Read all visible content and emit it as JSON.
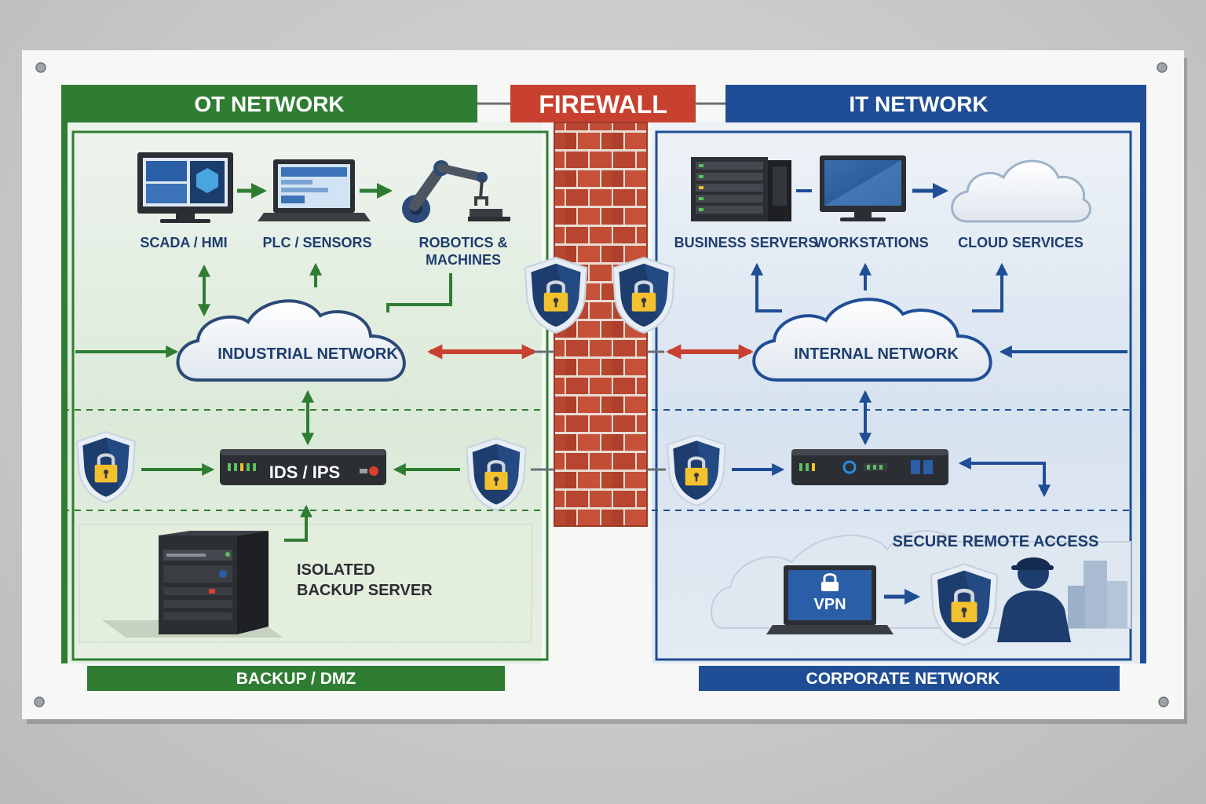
{
  "headers": {
    "ot_network": "OT NETWORK",
    "firewall": "FIREWALL",
    "it_network": "IT NETWORK"
  },
  "ot": {
    "scada": "SCADA / HMI",
    "plc": "PLC / SENSORS",
    "robotics_line1": "ROBOTICS &",
    "robotics_line2": "MACHINES",
    "industrial_network": "INDUSTRIAL NETWORK",
    "ids_ips": "IDS / IPS",
    "backup_line1": "ISOLATED",
    "backup_line2": "BACKUP SERVER",
    "backup_dmz": "BACKUP / DMZ"
  },
  "it": {
    "business_servers": "BUSINESS SERVERS",
    "workstations": "WORKSTATIONS",
    "cloud_services": "CLOUD SERVICES",
    "internal_network": "INTERNAL NETWORK",
    "secure_remote_access": "SECURE REMOTE ACCESS",
    "vpn": "VPN",
    "corporate_network": "CORPORATE NETWORK"
  },
  "colors": {
    "ot_green": "#2f7d32",
    "it_blue": "#1f4e96",
    "firewall_red": "#c8412e",
    "shield_navy": "#1d3d6e",
    "lock_yellow": "#f2c12e"
  }
}
